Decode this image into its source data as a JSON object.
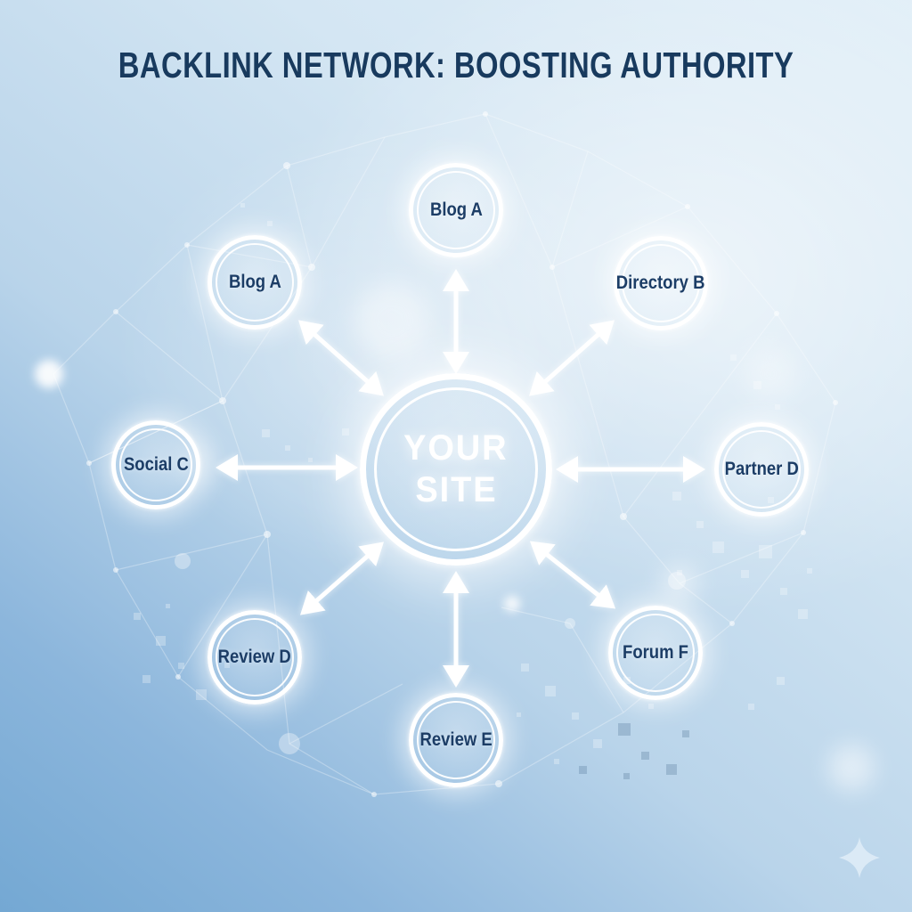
{
  "title": "BACKLINK NETWORK: BOOSTING AUTHORITY",
  "center": {
    "line1": "YOUR",
    "line2": "SITE"
  },
  "nodes": [
    {
      "id": "blog-a-top",
      "label": "Blog A",
      "position": "top"
    },
    {
      "id": "blog-a-left",
      "label": "Blog A",
      "position": "upper-left"
    },
    {
      "id": "directory-b",
      "label": "Directory B",
      "position": "upper-right"
    },
    {
      "id": "social-c",
      "label": "Social C",
      "position": "left"
    },
    {
      "id": "partner-d",
      "label": "Partner D",
      "position": "right"
    },
    {
      "id": "review-d",
      "label": "Review D",
      "position": "lower-left"
    },
    {
      "id": "forum-f",
      "label": "Forum F",
      "position": "lower-right"
    },
    {
      "id": "review-e",
      "label": "Review E",
      "position": "bottom"
    }
  ],
  "connections": "all nodes linked to center with double-headed arrows",
  "icons": {
    "sparkle": "four-point-sparkle"
  },
  "colors": {
    "title_text": "#183a5e",
    "node_label_text": "#1c3d66",
    "node_ring": "#ffffff",
    "arrow": "#ffffff",
    "center_label_text": "#ffffff",
    "background_light": "#e2eff8",
    "background_dark": "#74a8d3"
  }
}
